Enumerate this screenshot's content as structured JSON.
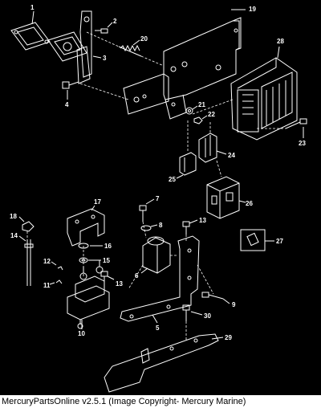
{
  "part_labels": {
    "p1": "1",
    "p2": "2",
    "p3": "3",
    "p4": "4",
    "p5": "5",
    "p6": "6",
    "p7": "7",
    "p8": "8",
    "p9": "9",
    "p10": "10",
    "p11": "11",
    "p12": "12",
    "p13a": "13",
    "p13b": "13",
    "p14": "14",
    "p15": "15",
    "p16": "16",
    "p17": "17",
    "p18": "18",
    "p19": "19",
    "p20": "20",
    "p21": "21",
    "p22": "22",
    "p23": "23",
    "p24": "24",
    "p25": "25",
    "p26": "26",
    "p27": "27",
    "p28": "28",
    "p29": "29",
    "p30": "30"
  },
  "footer": {
    "text": "MercuryPartsOnline v2.5.1 (Image Copyright- Mercury Marine)"
  }
}
